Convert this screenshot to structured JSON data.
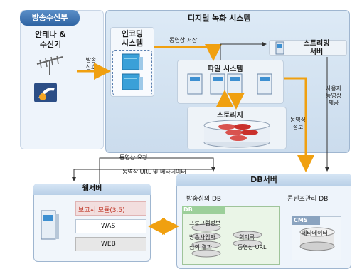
{
  "broadcast_receiver": {
    "title": "방송수신부",
    "antenna_label": "안테나 &\n수신기",
    "signal_label": "방송\n신호"
  },
  "digital_system": {
    "title": "디지털 녹화 시스템",
    "encoding_label": "인코딩\n시스템",
    "video_save_label": "동영상 저장",
    "streaming_label": "스트리밍\n서버",
    "file_system_label": "파일 시스템",
    "storage_label": "스토리지",
    "video_info_label": "동영상\n정보",
    "user_video_label": "사용자\n동영상\n제공"
  },
  "flows": {
    "video_request": "동영상 요청",
    "video_url_meta": "동영상 URL 및 메타데이터"
  },
  "web_server": {
    "title": "웹서버",
    "modules": [
      "보고서 모듈(3.5)",
      "WAS",
      "WEB"
    ]
  },
  "db_server": {
    "title": "DB서버",
    "broadcast_db_title": "방송심의 DB",
    "content_db_title": "콘텐츠관리 DB",
    "db_tag": "DB",
    "program_info": "프로그램정보",
    "broadcaster": "방송사업자",
    "review_result": "심의 결과",
    "meeting_minutes": "회의록",
    "video_url": "동영상 URL",
    "cms_tag": "CMS",
    "metadata": "메타데이터"
  },
  "colors": {
    "accent_blue": "#2f64a3",
    "arrow_orange": "#f0a010",
    "module_red": "#c0392b"
  }
}
